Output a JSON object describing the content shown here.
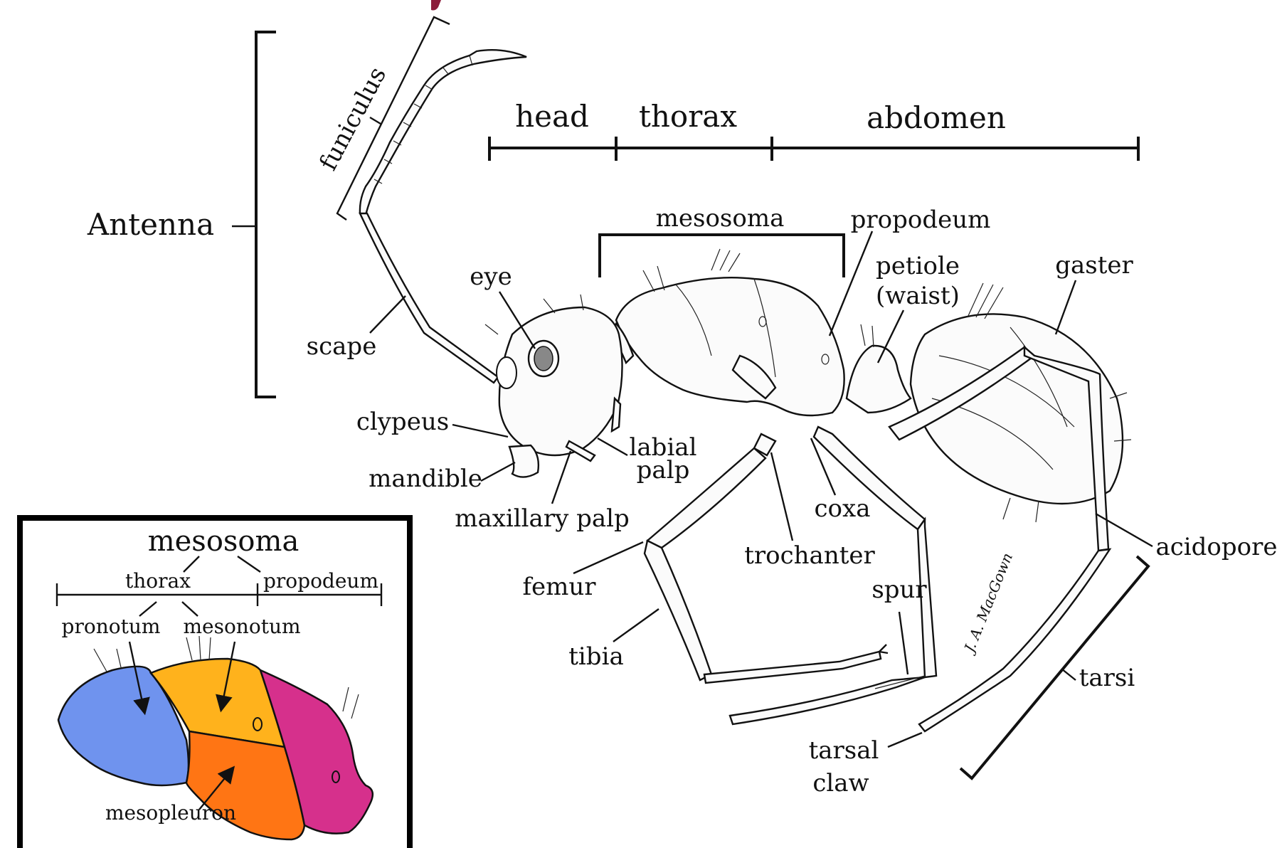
{
  "section_header": {
    "head": "head",
    "thorax": "thorax",
    "abdomen": "abdomen"
  },
  "antenna": {
    "title": "Antenna",
    "funiculus": "funiculus",
    "scape": "scape"
  },
  "labels": {
    "mesosoma": "mesosoma",
    "propodeum": "propodeum",
    "petiole": "petiole",
    "waist": "(waist)",
    "gaster": "gaster",
    "eye": "eye",
    "clypeus": "clypeus",
    "mandible": "mandible",
    "labial": "labial",
    "palp": "palp",
    "maxillary_palp": "maxillary palp",
    "coxa": "coxa",
    "trochanter": "trochanter",
    "femur": "femur",
    "tibia": "tibia",
    "spur": "spur",
    "acidopore": "acidopore",
    "tarsi": "tarsi",
    "tarsal": "tarsal",
    "claw": "claw",
    "signature": "J. A. MacGown"
  },
  "inset": {
    "title": "mesosoma",
    "thorax": "thorax",
    "propodeum": "propodeum",
    "pronotum": "pronotum",
    "mesonotum": "mesonotum",
    "mesopleuron": "mesopleuron",
    "colors": {
      "pronotum": "#6f93ee",
      "mesonotum": "#ffb21c",
      "mesopleuron": "#ff7514",
      "propodeum": "#d6308c"
    }
  }
}
